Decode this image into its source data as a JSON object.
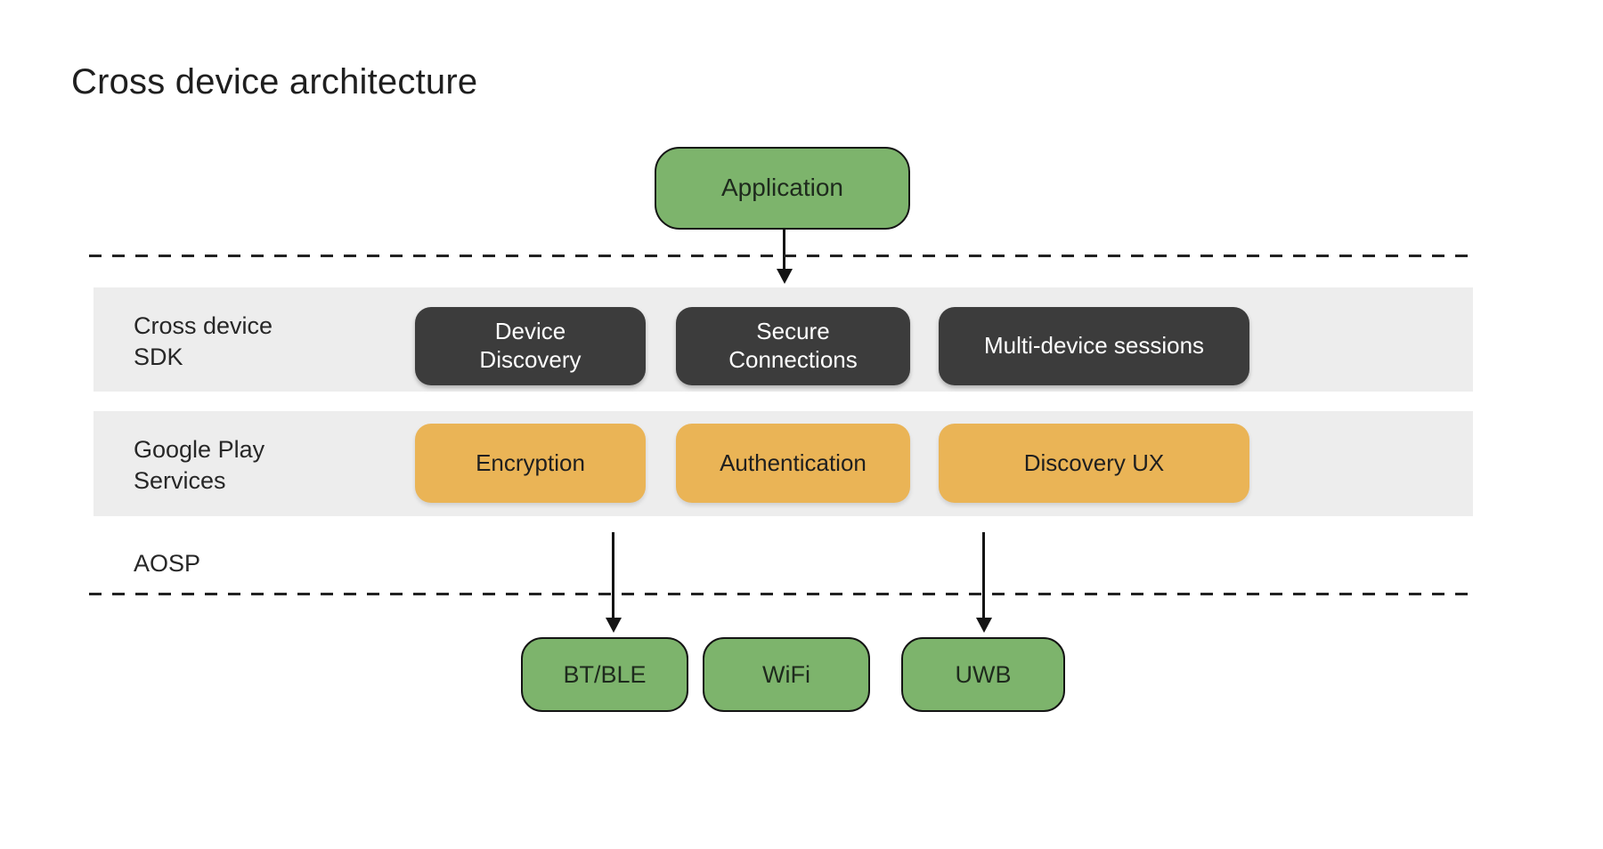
{
  "title": "Cross device architecture",
  "colors": {
    "green": "#7db46c",
    "orange": "#eab456",
    "dark_box": "#3c3c3c",
    "band_gray": "#ededed",
    "text_dark": "#202124",
    "text_light": "#ffffff",
    "line": "#1c1c1c"
  },
  "application": {
    "label": "Application"
  },
  "layers": [
    {
      "name": "Cross device SDK",
      "label": "Cross device\nSDK",
      "boxes": [
        {
          "label": "Device\nDiscovery"
        },
        {
          "label": "Secure\nConnections"
        },
        {
          "label": "Multi-device sessions"
        }
      ]
    },
    {
      "name": "Google Play Services",
      "label": "Google Play\nServices",
      "boxes": [
        {
          "label": "Encryption"
        },
        {
          "label": "Authentication"
        },
        {
          "label": "Discovery UX"
        }
      ]
    }
  ],
  "aosp": {
    "label": "AOSP"
  },
  "transports": [
    {
      "label": "BT/BLE"
    },
    {
      "label": "WiFi"
    },
    {
      "label": "UWB"
    }
  ]
}
